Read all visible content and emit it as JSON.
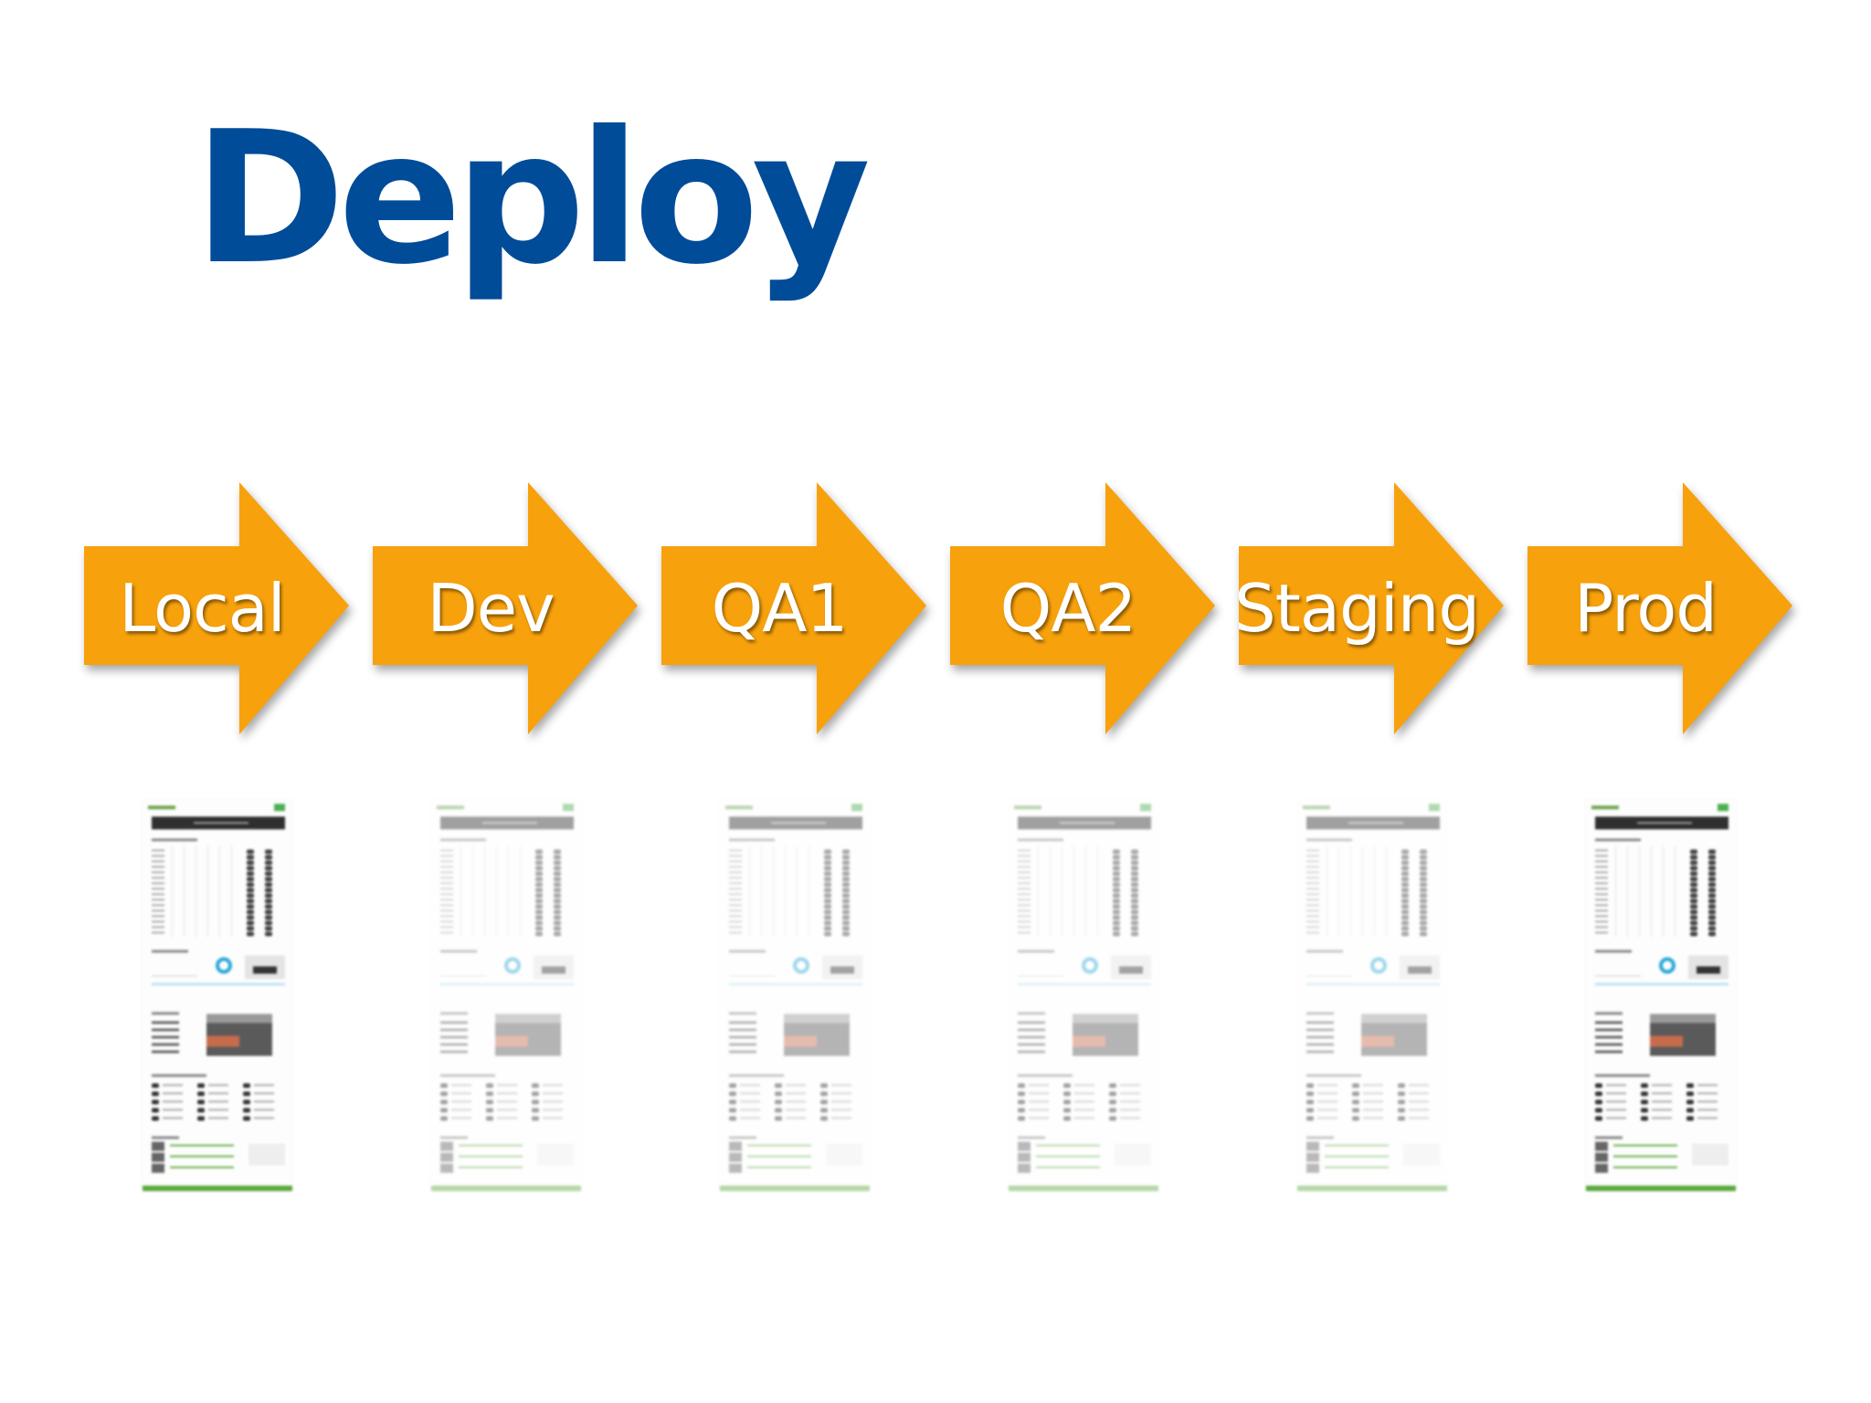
{
  "title": "Deploy",
  "title_color": "#004c99",
  "arrow_color": "#f7a10c",
  "stages": [
    {
      "label": "Local",
      "screenshot_faded": false
    },
    {
      "label": "Dev",
      "screenshot_faded": true
    },
    {
      "label": "QA1",
      "screenshot_faded": true
    },
    {
      "label": "QA2",
      "screenshot_faded": true
    },
    {
      "label": "Staging",
      "screenshot_faded": true
    },
    {
      "label": "Prod",
      "screenshot_faded": false
    }
  ]
}
